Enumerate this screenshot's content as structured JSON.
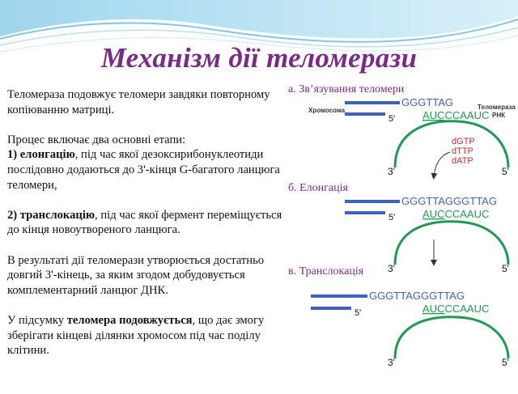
{
  "title": "Механізм дії теломерази",
  "text": {
    "p1": "Теломераза подовжує теломери завдяки повторному копіюванню матриці.",
    "p2": "Процес включає два основні етапи:",
    "p3_bold": "1) елонгацію",
    "p3_rest": ", під час якої дезоксирибонуклеотиди послідовно додаються до 3'-кінця G-багатого ланцюга теломери,",
    "p4_bold": "2) транслокацію",
    "p4_rest": ", під час якої фермент переміщується до кінця новоутвореного ланцюга.",
    "p5": "В результаті дії теломерази утворюється достатньо довгий 3'-кінець, за яким згодом добудовується комплементарний ланцюг ДНК.",
    "p6_start": "У підсумку ",
    "p6_bold": "теломера подовжується",
    "p6_rest": ", що дає змогу зберігати кінцеві ділянки хромосом під час поділу клітини."
  },
  "stages": {
    "a": "а. Зв’язування теломери",
    "b": "б. Елонгація",
    "c": "в. Транслокація"
  },
  "diagram": {
    "chromosome_label": "Хромосома",
    "telomerase_label_1": "Теломераза",
    "telomerase_label_2": "РНК",
    "seq_a": "GGGTTAG",
    "seq_b": "GGGTTAGGGTTAG",
    "seq_c": "GGGTTAGGGTTAG",
    "rna_underlined": "AUC",
    "rna_rest": "CCAAUC",
    "three_prime": "3'",
    "five_prime": "5'",
    "nucleotide_1": "dGTP",
    "nucleotide_2": "dTTP",
    "nucleotide_3": "dATP",
    "colors": {
      "dna": "#3f62c4",
      "rna": "#1e9a52",
      "nucleotides": "#cc2b2b"
    }
  }
}
